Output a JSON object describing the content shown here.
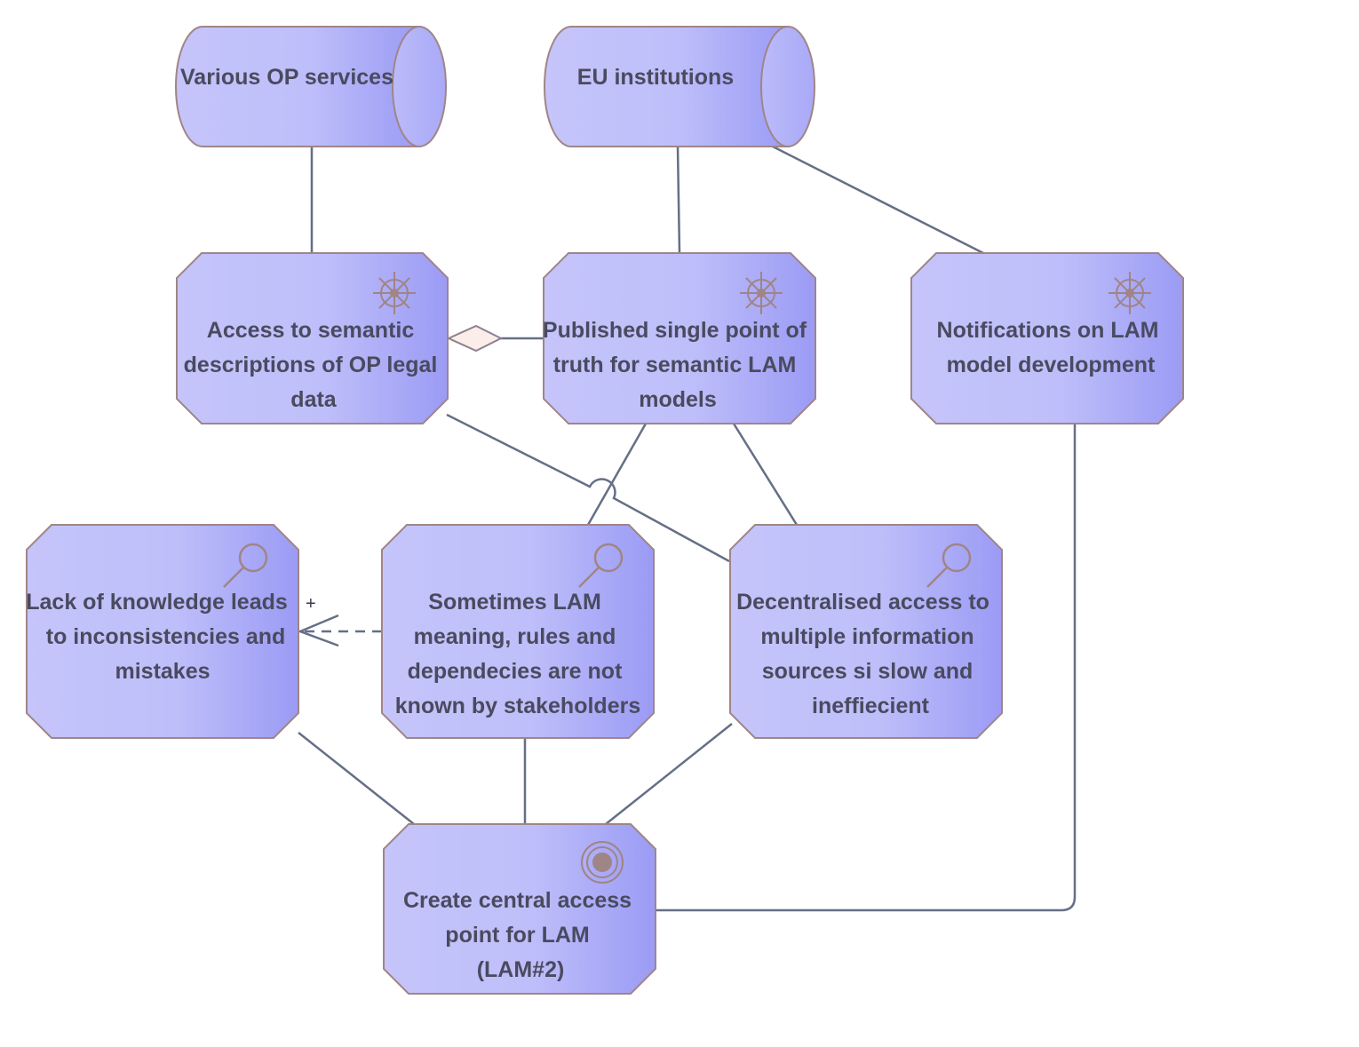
{
  "colors": {
    "node_fill_light": "#c5c5fb",
    "node_fill_dark": "#9b9bf5",
    "node_stroke": "#a08586",
    "connector": "#656f86",
    "text": "#4a4a60",
    "icon": "#a08586",
    "aggregation_diamond": "#fbeeea"
  },
  "nodes": {
    "various_op_services": {
      "type": "stakeholder",
      "icon": "none",
      "lines": [
        "Various OP services"
      ]
    },
    "eu_institutions": {
      "type": "stakeholder",
      "icon": "none",
      "lines": [
        "EU institutions"
      ]
    },
    "access_semantic": {
      "type": "driver",
      "icon": "driver-wheel-icon",
      "lines": [
        "Access to semantic",
        "descriptions of OP legal",
        "data"
      ]
    },
    "published_single_point": {
      "type": "driver",
      "icon": "driver-wheel-icon",
      "lines": [
        "Published single point of",
        "truth for semantic LAM",
        "models"
      ]
    },
    "notifications_lam": {
      "type": "driver",
      "icon": "driver-wheel-icon",
      "lines": [
        "Notifications on LAM",
        "model development"
      ]
    },
    "lack_of_knowledge": {
      "type": "assessment",
      "icon": "magnifier-icon",
      "lines": [
        "Lack of knowledge leads",
        "to inconsistencies and",
        "mistakes"
      ]
    },
    "sometimes_lam": {
      "type": "assessment",
      "icon": "magnifier-icon",
      "lines": [
        "Sometimes LAM",
        "meaning, rules and",
        "dependecies  are not",
        "known by stakeholders"
      ]
    },
    "decentralised_access": {
      "type": "assessment",
      "icon": "magnifier-icon",
      "lines": [
        "Decentralised access to",
        "multiple information",
        "sources si slow and",
        "ineffiecient"
      ]
    },
    "create_central_access": {
      "type": "goal",
      "icon": "target-icon",
      "lines": [
        "Create central access",
        "point for LAM",
        "(LAM#2)"
      ]
    }
  },
  "edges": {
    "influence_sign": "+"
  }
}
